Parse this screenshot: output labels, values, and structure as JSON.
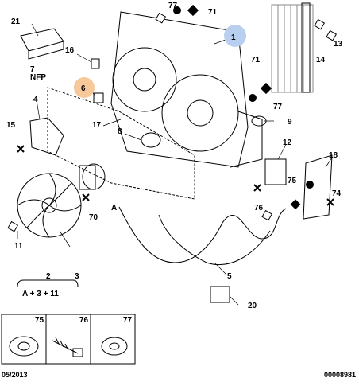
{
  "callouts": {
    "c1": "1",
    "c2": "2",
    "c3": "3",
    "c4": "4",
    "c5": "5",
    "c6": "6",
    "c7": "7",
    "c8": "8",
    "c9": "9",
    "c11": "11",
    "c12": "12",
    "c13": "13",
    "c14": "14",
    "c15": "15",
    "c16": "16",
    "c17": "17",
    "c18": "18",
    "c20": "20",
    "c21": "21",
    "c70": "70",
    "c71a": "71",
    "c71b": "71",
    "c74": "74",
    "c75": "75",
    "c76": "76",
    "c77a": "77",
    "c77b": "77",
    "nfp": "NFP",
    "a": "A"
  },
  "kit": {
    "number": "2",
    "formula": "A + 3 + 11"
  },
  "legend": {
    "l75": "75",
    "l76": "76",
    "l77": "77"
  },
  "footer": {
    "date": "05/2013",
    "ref": "00008981"
  },
  "colors": {
    "highlight_circle": "#b9cff0",
    "highlight_circle_orange": "#f6c89a"
  }
}
